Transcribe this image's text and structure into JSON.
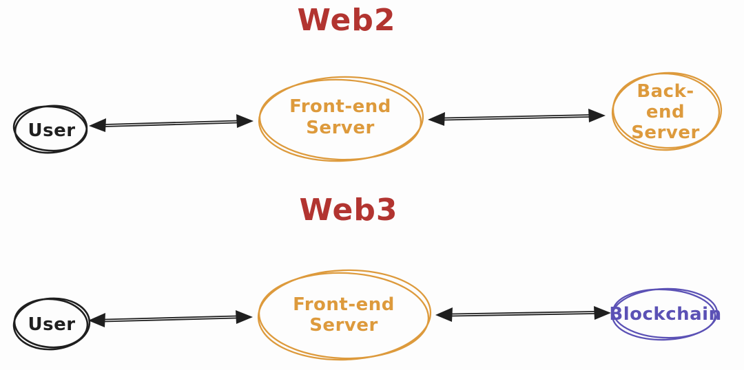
{
  "diagram": {
    "colors": {
      "black": "#1f1f1f",
      "orange": "#dd9a3c",
      "purple": "#5b51b5",
      "red": "#b23430"
    },
    "web2": {
      "title": "Web2",
      "nodes": {
        "user": {
          "label": "User"
        },
        "frontend": {
          "label": [
            "Front-end",
            "Server"
          ]
        },
        "backend": {
          "label": [
            "Back-end",
            "Server"
          ]
        }
      }
    },
    "web3": {
      "title": "Web3",
      "nodes": {
        "user": {
          "label": "User"
        },
        "frontend": {
          "label": [
            "Front-end",
            "Server"
          ]
        },
        "blockchain": {
          "label": "Blockchain"
        }
      }
    }
  }
}
